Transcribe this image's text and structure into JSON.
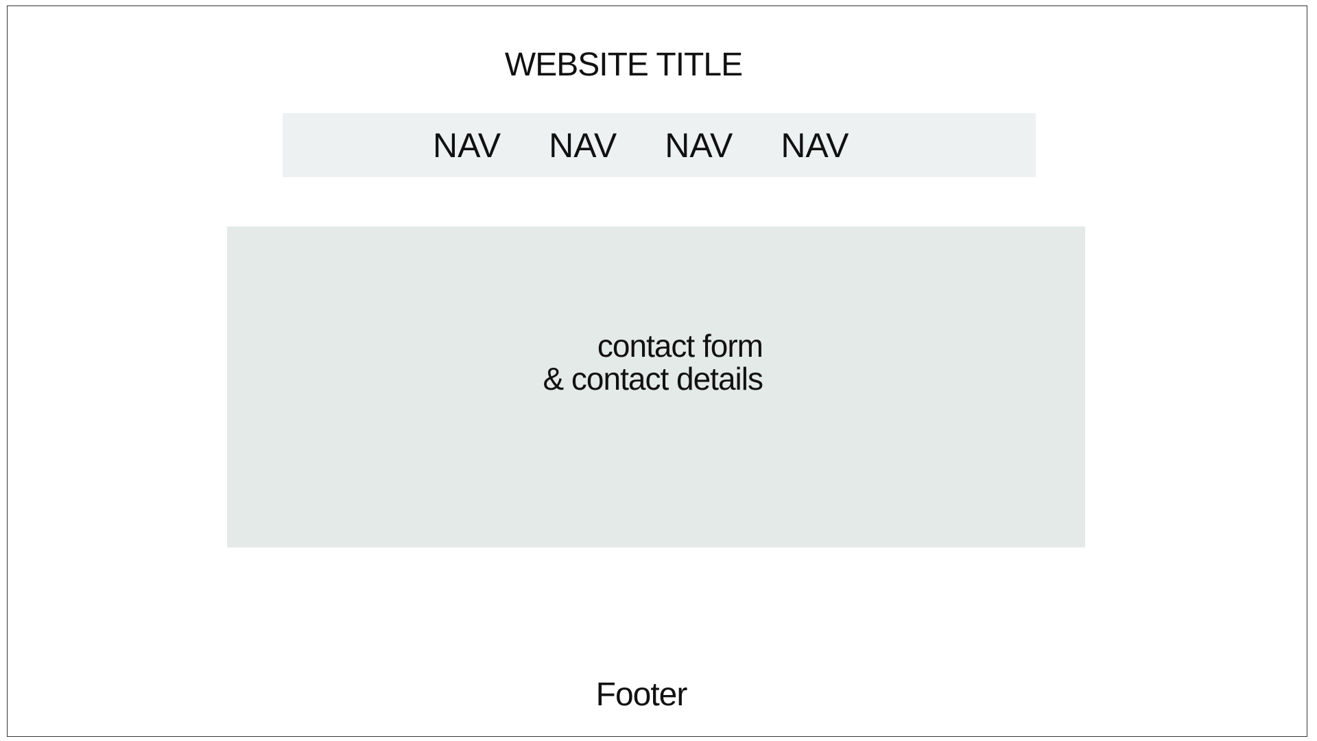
{
  "header": {
    "title": "WEBSITE TITLE"
  },
  "nav": {
    "items": [
      {
        "label": "NAV"
      },
      {
        "label": "NAV"
      },
      {
        "label": "NAV"
      },
      {
        "label": "NAV"
      }
    ]
  },
  "main": {
    "line1": "contact form",
    "line2": "& contact details"
  },
  "footer": {
    "label": "Footer"
  },
  "colors": {
    "nav_background": "#edf1f1",
    "content_background": "#e3eae8",
    "frame_border": "#333333"
  }
}
